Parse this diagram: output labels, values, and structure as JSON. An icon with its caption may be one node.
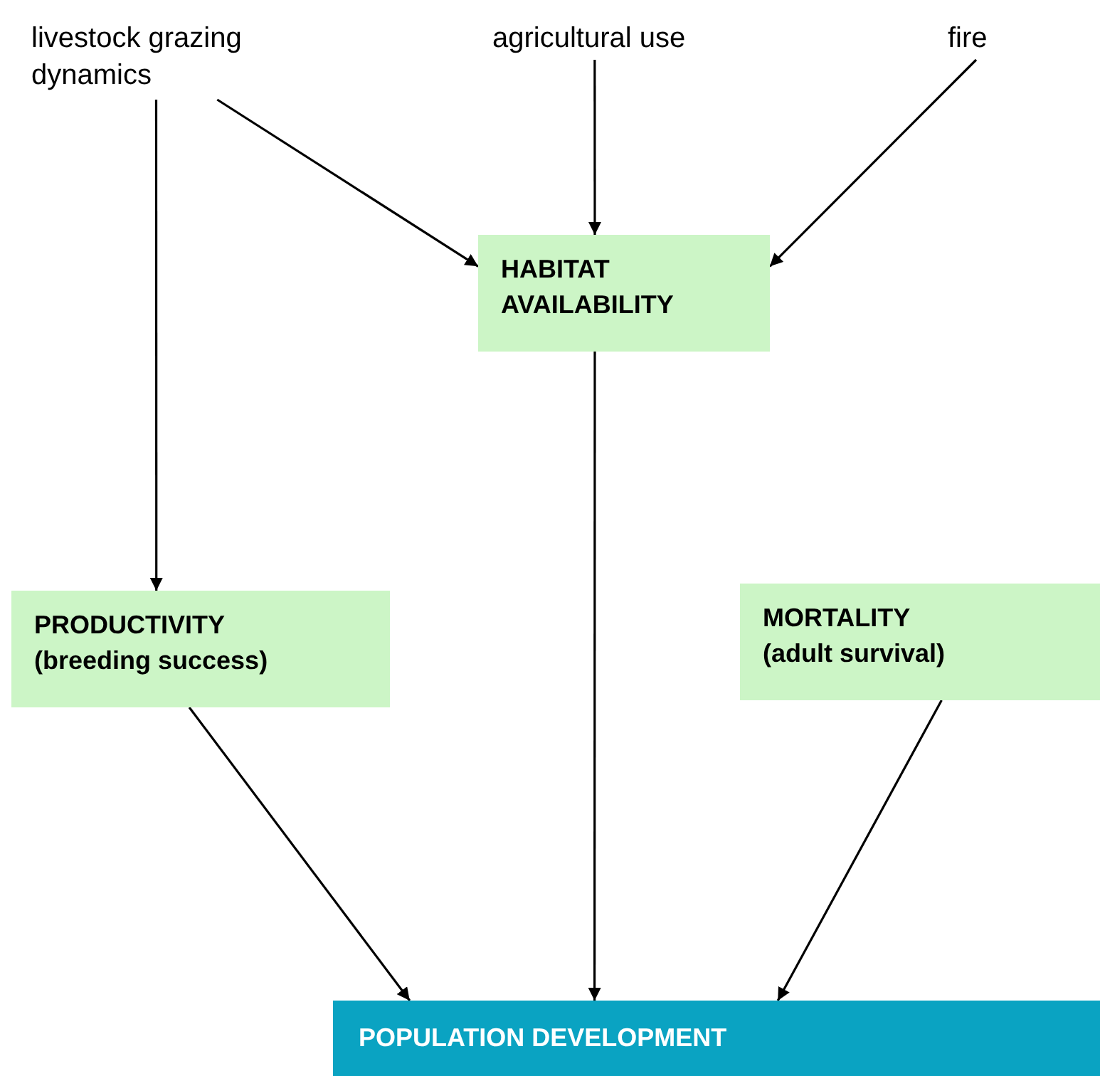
{
  "diagram": {
    "nodes": [
      {
        "text": [
          "livestock grazing dynamics"
        ]
      },
      {
        "text": [
          "agricultural use"
        ]
      },
      {
        "text": [
          "fire"
        ]
      },
      {
        "text": [
          "HABITAT AVAILABILITY"
        ]
      },
      {
        "text": [
          "PRODUCTIVITY",
          "(breeding success)"
        ]
      },
      {
        "text": [
          "MORTALITY",
          "(adult survival)"
        ]
      },
      {
        "text": [
          "POPULATION DEVELOPMENT"
        ]
      }
    ],
    "edges": [
      {
        "from": 0,
        "to": 3,
        "arrow": "to"
      },
      {
        "from": 0,
        "to": 4,
        "arrow": "to"
      },
      {
        "from": 1,
        "to": 3,
        "arrow": "to"
      },
      {
        "from": 2,
        "to": 3,
        "arrow": "to"
      },
      {
        "from": 3,
        "to": 6,
        "arrow": "to"
      },
      {
        "from": 4,
        "to": 6,
        "arrow": "to"
      },
      {
        "from": 5,
        "to": 6,
        "arrow": "to"
      }
    ]
  }
}
